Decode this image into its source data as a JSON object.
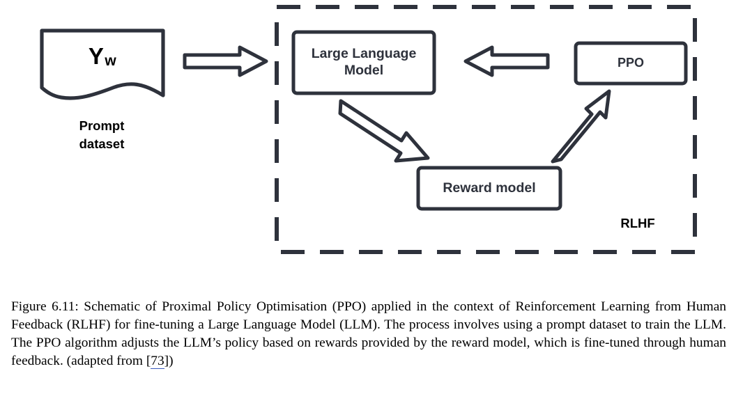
{
  "figure": {
    "nodes": {
      "prompt_dataset": {
        "symbol_main": "Y",
        "symbol_sub": "w",
        "caption": "Prompt\ndataset",
        "shape": "document"
      },
      "llm": {
        "label": "Large Language\nModel",
        "shape": "rounded-rect"
      },
      "ppo": {
        "label": "PPO",
        "shape": "rounded-rect"
      },
      "reward_model": {
        "label": "Reward model",
        "shape": "rounded-rect"
      }
    },
    "group": {
      "label": "RLHF",
      "border_style": "dashed"
    },
    "edges": [
      {
        "from": "prompt_dataset",
        "to": "llm",
        "direction": "right",
        "style": "hollow-block-arrow"
      },
      {
        "from": "ppo",
        "to": "llm",
        "direction": "left",
        "style": "hollow-block-arrow"
      },
      {
        "from": "llm",
        "to": "reward_model",
        "direction": "down-right",
        "style": "hollow-block-arrow"
      },
      {
        "from": "reward_model",
        "to": "ppo",
        "direction": "up-right",
        "style": "hollow-block-arrow"
      }
    ],
    "colors": {
      "stroke": "#2e323c",
      "fill": "#ffffff",
      "text": "#2e323c",
      "label_text": "#000000",
      "link": "#3b5bbf"
    }
  },
  "caption": {
    "label": "Figure 6.11:",
    "text": " Schematic of Proximal Policy Optimisation (PPO) applied in the context of Reinforcement Learning from Human Feedback (RLHF) for fine-tuning a Large Language Model (LLM). The process involves using a prompt dataset to train the LLM. The PPO algorithm adjusts the LLM’s policy based on rewards provided by the reward model, which is fine-tuned through human feedback. (adapted from ",
    "ref_open": "[",
    "ref_number": "73",
    "ref_close": "])"
  }
}
